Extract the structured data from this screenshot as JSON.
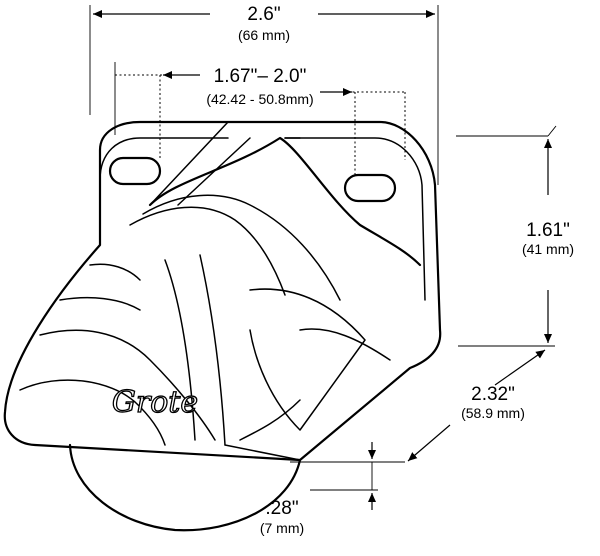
{
  "dimensions": {
    "overall_width": {
      "imperial": "2.6\"",
      "metric": "(66 mm)"
    },
    "mount_spacing": {
      "imperial": "1.67\"– 2.0\"",
      "metric": "(42.42 - 50.8mm)"
    },
    "height": {
      "imperial": "1.61\"",
      "metric": "(41 mm)"
    },
    "depth": {
      "imperial": "2.32\"",
      "metric": "(58.9 mm)"
    },
    "thickness": {
      "imperial": ".28\"",
      "metric": "(7 mm)"
    }
  },
  "brand": "Grote",
  "colors": {
    "line": "#000000",
    "background": "#ffffff"
  }
}
